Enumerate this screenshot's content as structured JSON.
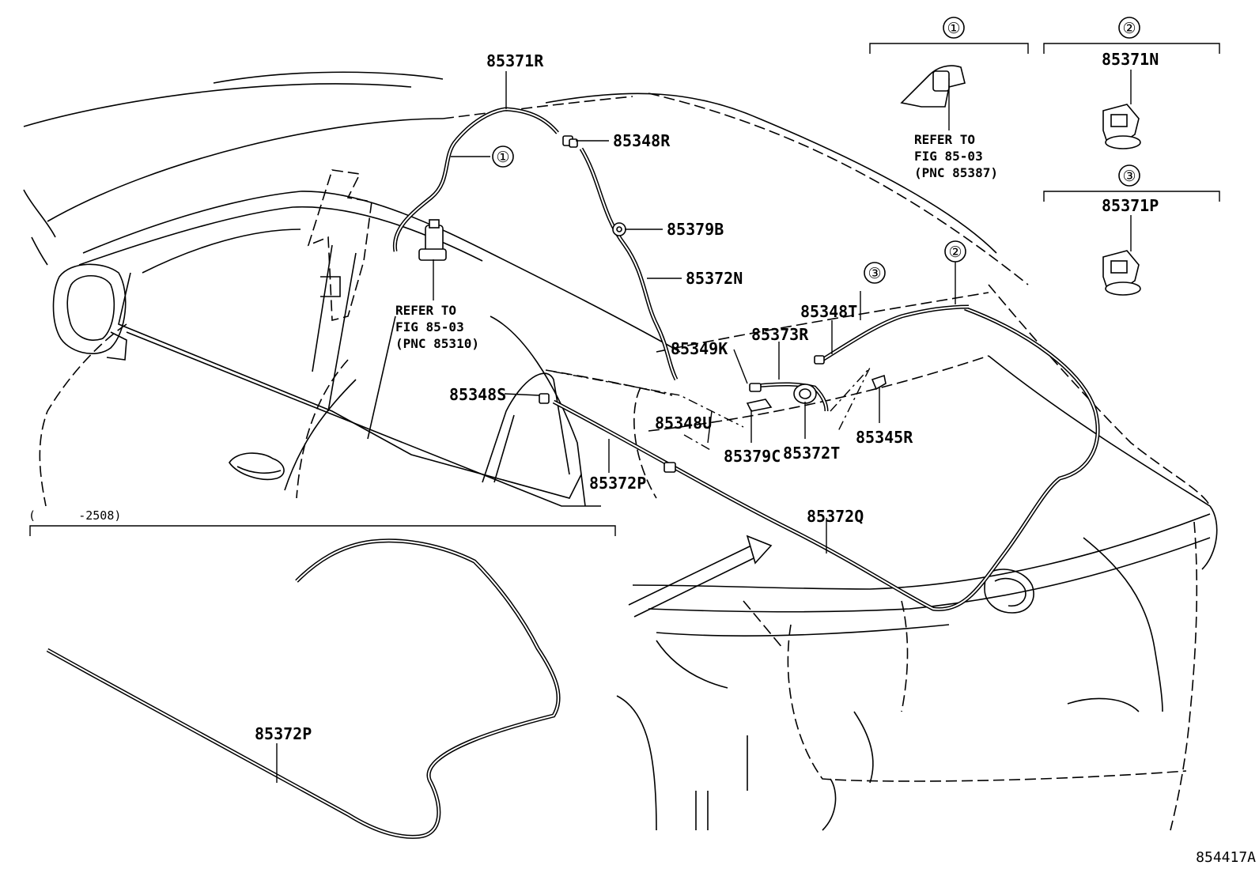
{
  "diagram": {
    "figure_code": "854417A",
    "range_note": "(      -2508)",
    "refer_notes": {
      "pump": [
        "REFER TO",
        "FIG 85-03",
        "(PNC 85310)"
      ],
      "detail_1": [
        "REFER TO",
        "FIG 85-03",
        "(PNC 85387)"
      ]
    },
    "callout_numbers": [
      "①",
      "②",
      "③"
    ],
    "part_labels": {
      "p85371R": "85371R",
      "p85348R": "85348R",
      "p85379B": "85379B",
      "p85372N": "85372N",
      "p85348T": "85348T",
      "p85373R": "85373R",
      "p85349K": "85349K",
      "p85348S": "85348S",
      "p85348U": "85348U",
      "p85379C": "85379C",
      "p85372T": "85372T",
      "p85345R": "85345R",
      "p85372P": "85372P",
      "p85372Q": "85372Q",
      "p85371N": "85371N",
      "p85371P": "85371P",
      "p85372P_inset": "85372P"
    }
  }
}
